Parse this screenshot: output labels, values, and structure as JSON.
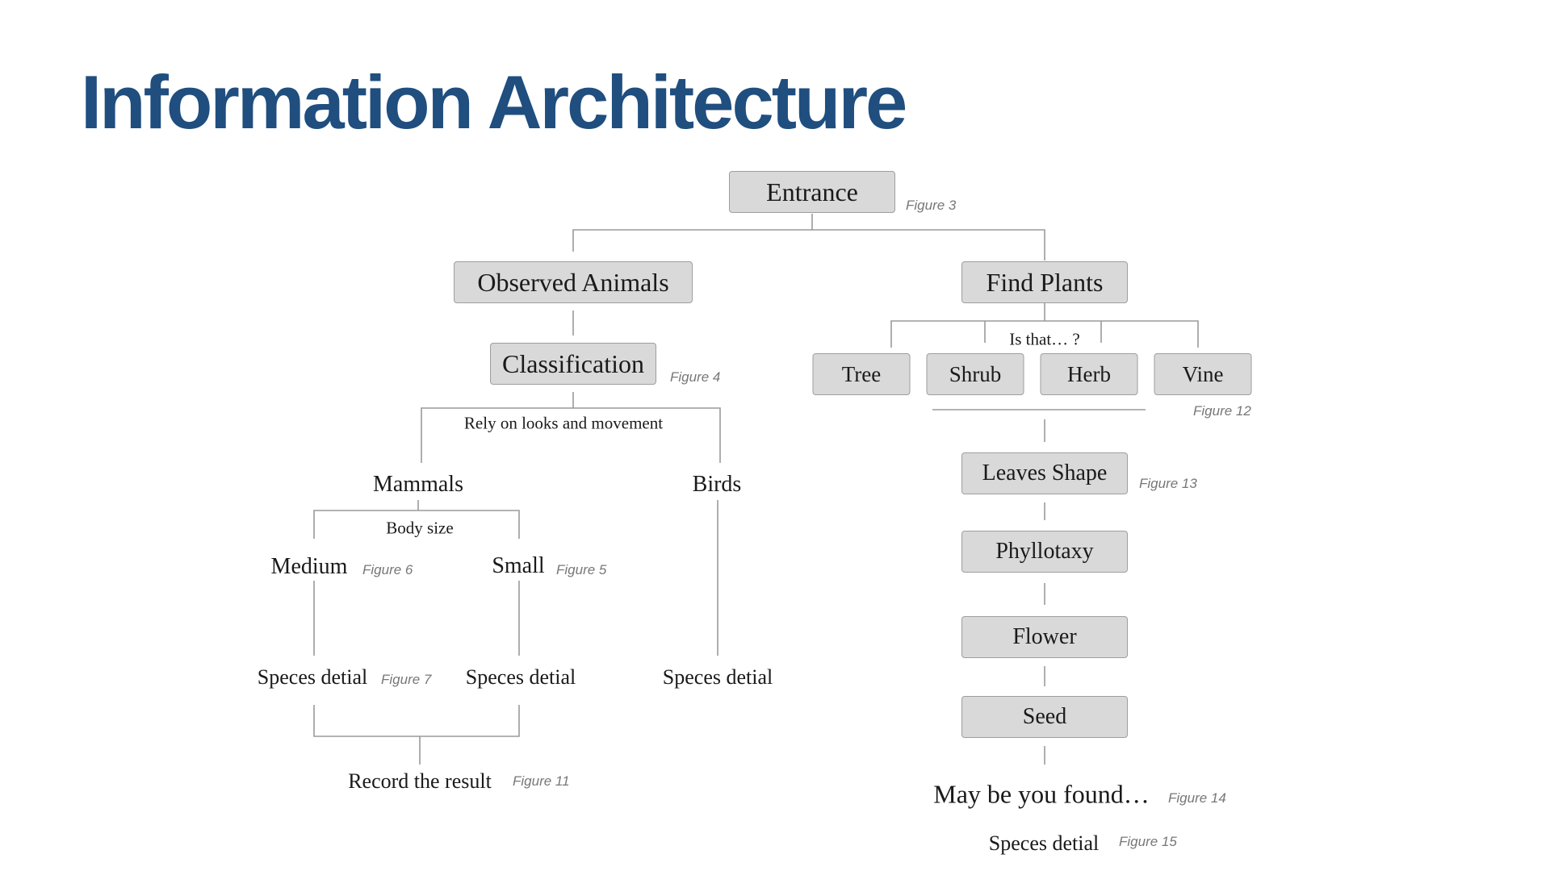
{
  "title": "Information Architecture",
  "nodes": {
    "entrance": "Entrance",
    "observed_animals": "Observed Animals",
    "find_plants": "Find Plants",
    "classification": "Classification",
    "tree": "Tree",
    "shrub": "Shrub",
    "herb": "Herb",
    "vine": "Vine",
    "mammals": "Mammals",
    "birds": "Birds",
    "medium": "Medium",
    "small": "Small",
    "species_detail_medium": "Speces detial",
    "species_detail_small": "Speces detial",
    "species_detail_birds": "Speces detial",
    "record_result": "Record the result",
    "leaves_shape": "Leaves Shape",
    "phyllotaxy": "Phyllotaxy",
    "flower": "Flower",
    "seed": "Seed",
    "maybe_found": "May be you found…",
    "species_detail_plants": "Speces detial"
  },
  "edge_labels": {
    "is_that": "Is that… ?",
    "rely_on": "Rely on looks and movement",
    "body_size": "Body size"
  },
  "figures": {
    "f3": "Figure 3",
    "f4": "Figure 4",
    "f5": "Figure 5",
    "f6": "Figure 6",
    "f7": "Figure 7",
    "f11": "Figure 11",
    "f12": "Figure 12",
    "f13": "Figure 13",
    "f14": "Figure 14",
    "f15": "Figure 15"
  }
}
